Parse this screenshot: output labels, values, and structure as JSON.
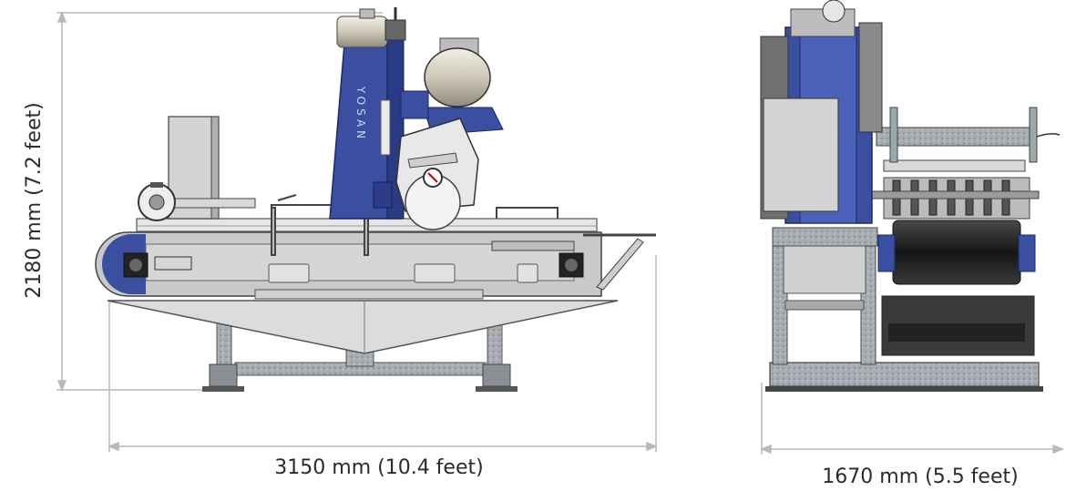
{
  "dimensions": {
    "height_label": "2180 mm (7.2 feet)",
    "side_length_label": "3150 mm (10.4 feet)",
    "front_width_label": "1670 mm (5.5 feet)"
  },
  "brand": {
    "column_text": "YOSAN"
  },
  "colors": {
    "machine_blue": "#3b4fa0",
    "frame_gray": "#9aa0a8",
    "belt_dark": "#2a2a2a",
    "dim_line": "#b9b9b9"
  }
}
